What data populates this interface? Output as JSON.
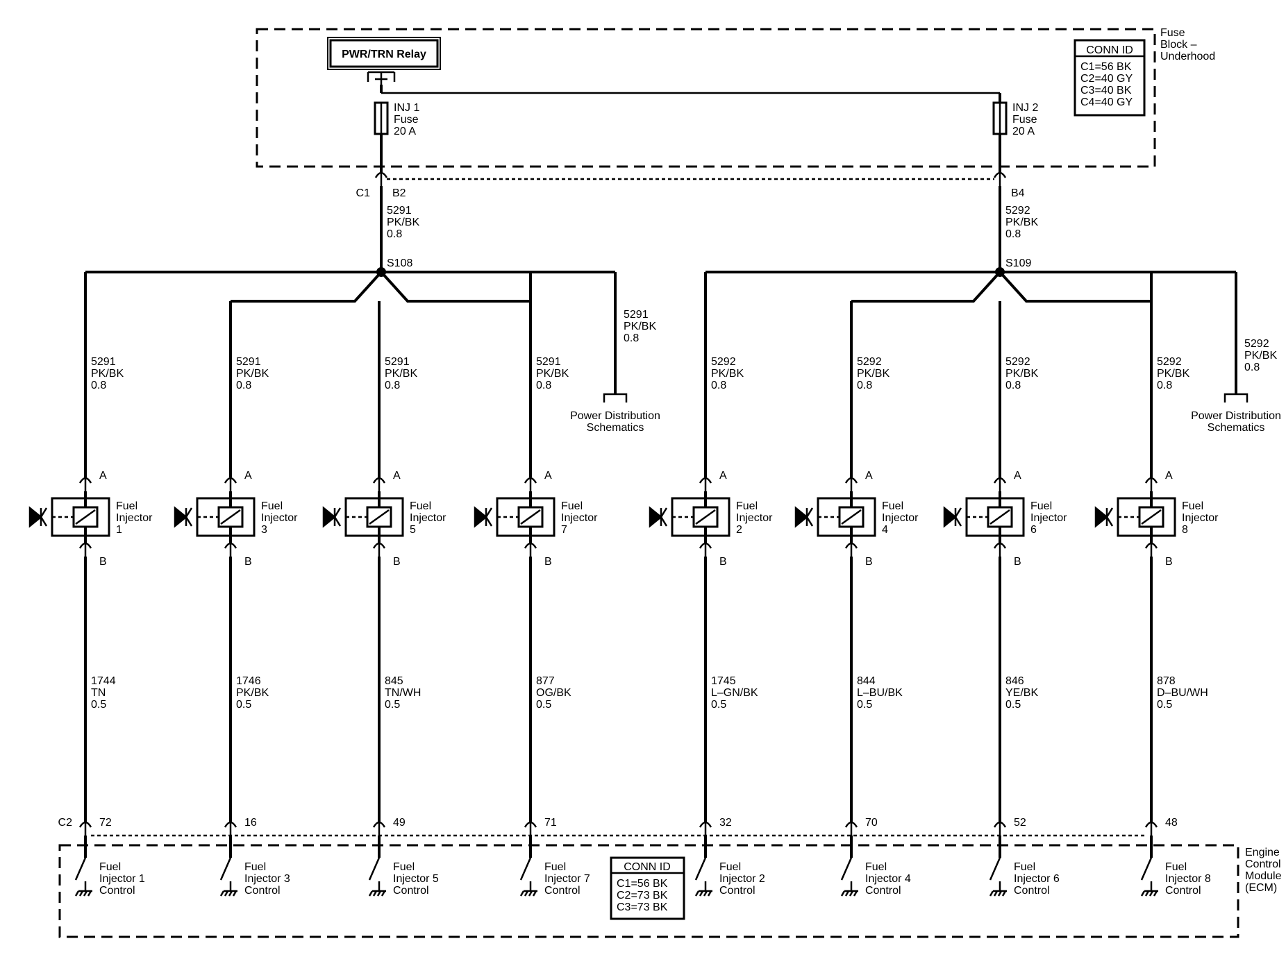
{
  "fuse_block": {
    "label": [
      "Fuse",
      "Block –",
      "Underhood"
    ],
    "conn_id": {
      "title": "CONN ID",
      "lines": [
        "C1=56 BK",
        "C2=40 GY",
        "C3=40 BK",
        "C4=40 GY"
      ]
    },
    "relay_label": "PWR/TRN Relay",
    "fuses": [
      {
        "lines": [
          "INJ 1",
          "Fuse",
          "20 A"
        ],
        "connector": "C1",
        "pin": "B2"
      },
      {
        "lines": [
          "INJ 2",
          "Fuse",
          "20 A"
        ],
        "connector": "",
        "pin": "B4"
      }
    ]
  },
  "feed_wires": [
    {
      "lines": [
        "5291",
        "PK/BK",
        "0.8"
      ],
      "splice": "S108"
    },
    {
      "lines": [
        "5292",
        "PK/BK",
        "0.8"
      ],
      "splice": "S109"
    }
  ],
  "power_distribution": [
    {
      "wire": [
        "5291",
        "PK/BK",
        "0.8"
      ],
      "label": [
        "Power Distribution",
        "Schematics"
      ]
    },
    {
      "wire": [
        "5292",
        "PK/BK",
        "0.8"
      ],
      "label": [
        "Power Distribution",
        "Schematics"
      ]
    }
  ],
  "injectors": [
    {
      "name": [
        "Fuel",
        "Injector",
        "1"
      ],
      "pin_a": "A",
      "pin_b": "B",
      "supply": [
        "5291",
        "PK/BK",
        "0.8"
      ],
      "control_wire": [
        "1744",
        "TN",
        "0.5"
      ],
      "ecm_pin": "72",
      "ecm_label": [
        "Fuel",
        "Injector 1",
        "Control"
      ]
    },
    {
      "name": [
        "Fuel",
        "Injector",
        "3"
      ],
      "pin_a": "A",
      "pin_b": "B",
      "supply": [
        "5291",
        "PK/BK",
        "0.8"
      ],
      "control_wire": [
        "1746",
        "PK/BK",
        "0.5"
      ],
      "ecm_pin": "16",
      "ecm_label": [
        "Fuel",
        "Injector 3",
        "Control"
      ]
    },
    {
      "name": [
        "Fuel",
        "Injector",
        "5"
      ],
      "pin_a": "A",
      "pin_b": "B",
      "supply": [
        "5291",
        "PK/BK",
        "0.8"
      ],
      "control_wire": [
        "845",
        "TN/WH",
        "0.5"
      ],
      "ecm_pin": "49",
      "ecm_label": [
        "Fuel",
        "Injector 5",
        "Control"
      ]
    },
    {
      "name": [
        "Fuel",
        "Injector",
        "7"
      ],
      "pin_a": "A",
      "pin_b": "B",
      "supply": [
        "5291",
        "PK/BK",
        "0.8"
      ],
      "control_wire": [
        "877",
        "OG/BK",
        "0.5"
      ],
      "ecm_pin": "71",
      "ecm_label": [
        "Fuel",
        "Injector 7",
        "Control"
      ]
    },
    {
      "name": [
        "Fuel",
        "Injector",
        "2"
      ],
      "pin_a": "A",
      "pin_b": "B",
      "supply": [
        "5292",
        "PK/BK",
        "0.8"
      ],
      "control_wire": [
        "1745",
        "L–GN/BK",
        "0.5"
      ],
      "ecm_pin": "32",
      "ecm_label": [
        "Fuel",
        "Injector 2",
        "Control"
      ]
    },
    {
      "name": [
        "Fuel",
        "Injector",
        "4"
      ],
      "pin_a": "A",
      "pin_b": "B",
      "supply": [
        "5292",
        "PK/BK",
        "0.8"
      ],
      "control_wire": [
        "844",
        "L–BU/BK",
        "0.5"
      ],
      "ecm_pin": "70",
      "ecm_label": [
        "Fuel",
        "Injector 4",
        "Control"
      ]
    },
    {
      "name": [
        "Fuel",
        "Injector",
        "6"
      ],
      "pin_a": "A",
      "pin_b": "B",
      "supply": [
        "5292",
        "PK/BK",
        "0.8"
      ],
      "control_wire": [
        "846",
        "YE/BK",
        "0.5"
      ],
      "ecm_pin": "52",
      "ecm_label": [
        "Fuel",
        "Injector 6",
        "Control"
      ]
    },
    {
      "name": [
        "Fuel",
        "Injector",
        "8"
      ],
      "pin_a": "A",
      "pin_b": "B",
      "supply": [
        "5292",
        "PK/BK",
        "0.8"
      ],
      "control_wire": [
        "878",
        "D–BU/WH",
        "0.5"
      ],
      "ecm_pin": "48",
      "ecm_label": [
        "Fuel",
        "Injector 8",
        "Control"
      ]
    }
  ],
  "ecm": {
    "label": [
      "Engine",
      "Control",
      "Module",
      "(ECM)"
    ],
    "connector": "C2",
    "conn_id": {
      "title": "CONN ID",
      "lines": [
        "C1=56 BK",
        "C2=73 BK",
        "C3=73 BK"
      ]
    }
  }
}
